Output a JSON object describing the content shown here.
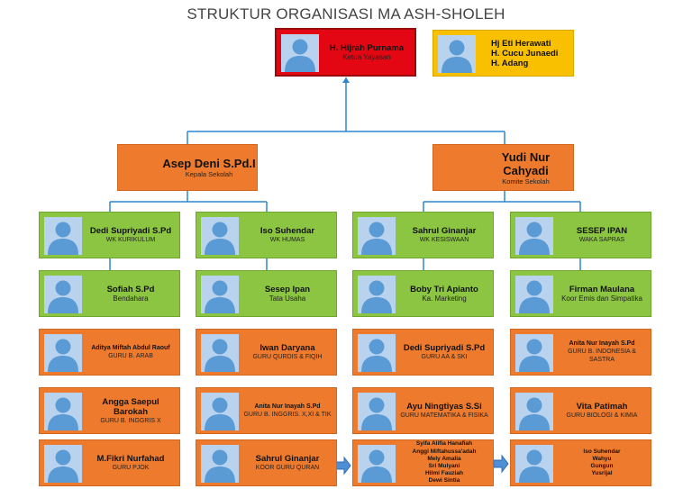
{
  "title": "STRUKTUR ORGANISASI MA ASH-SHOLEH",
  "top": {
    "ketua": {
      "name": "H. Hijrah Purnama",
      "role": "Ketua Yayasan"
    },
    "pembina": [
      "Hj Eti Herawati",
      "H. Cucu Junaedi",
      "H. Adang"
    ]
  },
  "kepala": {
    "name": "Asep Deni S.Pd.I",
    "role": "Kepala Sekolah"
  },
  "komite": {
    "name": "Yudi Nur Cahyadi",
    "role": "Komite Sekolah"
  },
  "col1": [
    {
      "name": "Dedi Supriyadi S.Pd",
      "role": "WK KURIKULUM"
    },
    {
      "name": "Sofiah S.Pd",
      "role": "Bendahara"
    },
    {
      "name": "Aditya Miftah Abdul Raouf",
      "role": "GURU B. ARAB"
    },
    {
      "name": "Angga Saepul Barokah",
      "role": "GURU B. INGGRIS X"
    },
    {
      "name": "M.Fikri Nurfahad",
      "role": "GURU PJOK"
    }
  ],
  "col2": [
    {
      "name": "Iso Suhendar",
      "role": "WK HUMAS"
    },
    {
      "name": "Sesep Ipan",
      "role": "Tata Usaha"
    },
    {
      "name": "Iwan Daryana",
      "role": "GURU QURDIS & FIQIH"
    },
    {
      "name": "Anita Nur Inayah S.Pd",
      "role": "GURU B. INGGRIS. X,XI & TIK"
    },
    {
      "name": "Sahrul Ginanjar",
      "role": "KOOR GURU QURAN"
    }
  ],
  "col3": [
    {
      "name": "Sahrul Ginanjar",
      "role": "WK KESISWAAN"
    },
    {
      "name": "Boby Tri Apianto",
      "role": "Ka. Marketing"
    },
    {
      "name": "Dedi Supriyadi S.Pd",
      "role": "GURU AA & SKI"
    },
    {
      "name": "Ayu Ningtiyas S.Si",
      "role": "GURU MATEMATIKA & FISIKA"
    },
    {
      "names": [
        "Syifa Alifia Hanafiah",
        "Anggi Miftahussa'adah",
        "Mely Amalia",
        "Sri Mulyani",
        "Hilmi Fauziah",
        "Dewi Sintia"
      ]
    }
  ],
  "col4": [
    {
      "name": "SESEP IPAN",
      "role": "WAKA SAPRAS"
    },
    {
      "name": "Firman Maulana",
      "role": "Koor Emis dan Simpatika"
    },
    {
      "name": "Anita Nur Inayah S.Pd",
      "role": "GURU B. INDONESIA & SASTRA"
    },
    {
      "name": "Vita Patimah",
      "role": "GURU BIOLOGI & KIMIA"
    },
    {
      "names": [
        "Iso Suhendar",
        "Wahyu",
        "Gungun",
        "Yusrijal"
      ]
    }
  ],
  "colors": {
    "green": "#8bc541",
    "orange": "#ee7b2d",
    "red": "#e30613",
    "yellow": "#f9c000",
    "line": "#2e86d1"
  }
}
